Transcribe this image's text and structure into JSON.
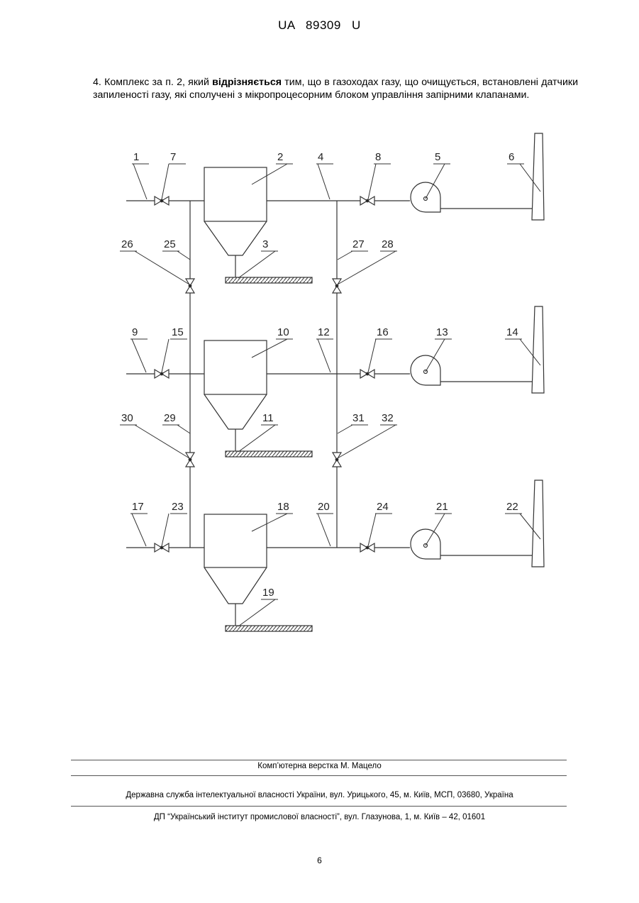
{
  "header": {
    "doc_number": "UA 89309 U"
  },
  "claim": {
    "before": "4. Комплекс за п. 2, який ",
    "bold": "відрізняється",
    "after": " тим, що в газоходах газу, що очищується, встановлені датчики запиленості газу, які сполучені з мікропроцесорним блоком управління запірними клапанами."
  },
  "diagram": {
    "labels": [
      "1",
      "7",
      "2",
      "4",
      "8",
      "5",
      "6",
      "26",
      "25",
      "3",
      "27",
      "28",
      "9",
      "15",
      "10",
      "12",
      "16",
      "13",
      "14",
      "30",
      "29",
      "11",
      "31",
      "32",
      "17",
      "23",
      "18",
      "20",
      "24",
      "21",
      "22",
      "19"
    ]
  },
  "footer": {
    "layout_credit": "Комп’ютерна верстка М. Мацело",
    "agency": "Державна служба інтелектуальної власності України, вул. Урицького, 45, м. Київ, МСП, 03680, Україна",
    "institute": "ДП “Український інститут промислової власності”, вул. Глазунова, 1, м. Київ – 42, 01601"
  },
  "page_number": "6"
}
